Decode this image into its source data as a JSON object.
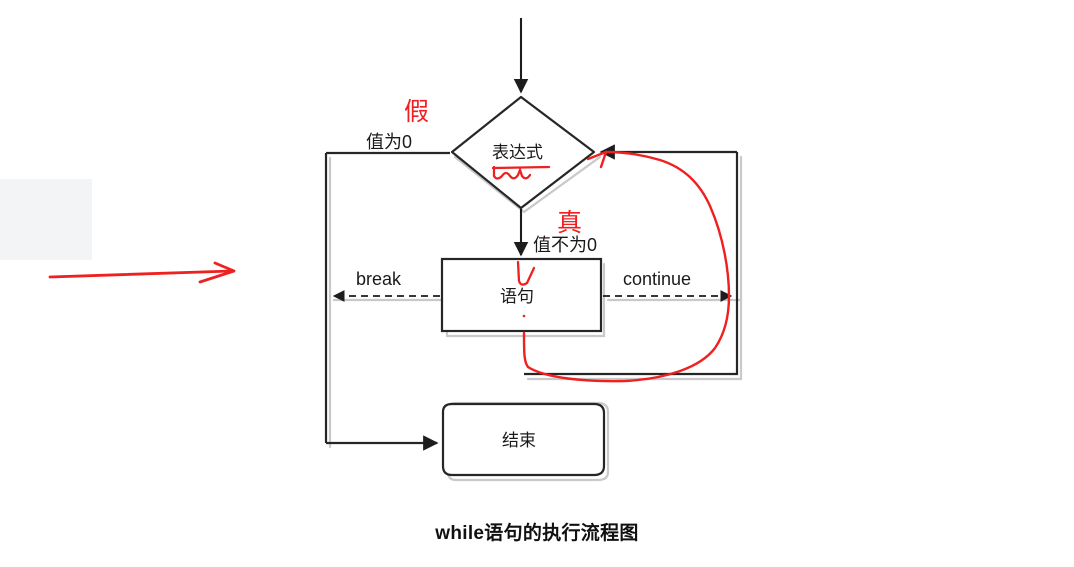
{
  "figure": {
    "caption": "while语句的执行流程图",
    "kind": "flowchart"
  },
  "colors": {
    "stroke": "#262626",
    "shadow": "#c9c9c9",
    "annotation_red": "#ef2020",
    "grey_block": "#f3f4f6",
    "text": "#1a1a1a",
    "background": "#ffffff"
  },
  "nodes": {
    "condition": {
      "label": "表达式",
      "shape": "diamond",
      "underlined": true
    },
    "statement": {
      "label": "语句",
      "shape": "rectangle"
    },
    "end": {
      "label": "结束",
      "shape": "rounded-rectangle"
    }
  },
  "edges": {
    "entry": {
      "label": "",
      "style": "solid-arrow"
    },
    "false_branch": {
      "label_top": "假",
      "label_bottom": "值为0",
      "style": "solid"
    },
    "true_branch": {
      "label_top": "真",
      "label_bottom": "值不为0",
      "style": "solid-arrow"
    },
    "break_edge": {
      "label": "break",
      "style": "dashed-arrow"
    },
    "continue_edge": {
      "label": "continue",
      "style": "dashed-arrow"
    },
    "loop_back": {
      "label": "",
      "style": "solid"
    },
    "to_end": {
      "label": "",
      "style": "solid-arrow"
    }
  },
  "annotations": {
    "condition_underline": "red-squiggle-underline",
    "statement_check": "red-check-mark",
    "loop_highlight": "red-loop-arrow",
    "pointer_arrow": "red-pointer-arrow",
    "grey_block": "grey-rectangle"
  }
}
